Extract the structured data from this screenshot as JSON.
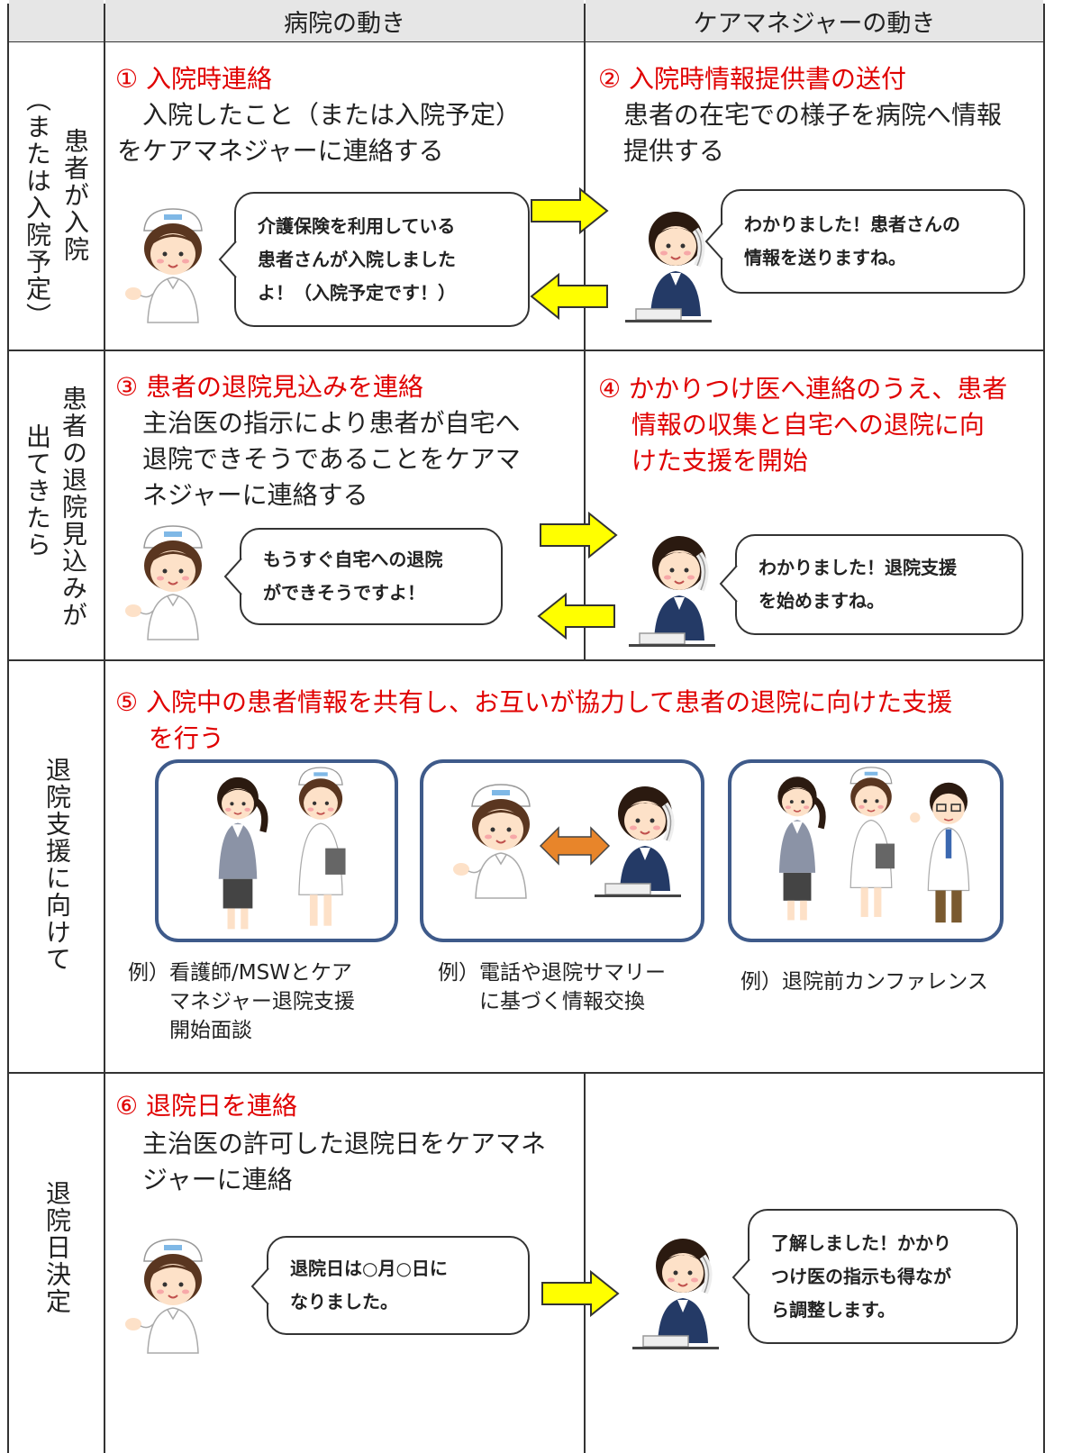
{
  "header": {
    "hospital": "病院の動き",
    "caremanager": "ケアマネジャーの動き"
  },
  "rows": [
    {
      "label_main": "患者が入院",
      "label_sub": "（または入院予定）",
      "left_title": "① 入院時連絡",
      "left_body": "　入院したこと（または入院予定）\nをケアマネジャーに連絡する",
      "left_bubble": "介護保険を利用している\n患者さんが入院しました\nよ！（入院予定です！）",
      "right_title": "② 入院時情報提供書の送付",
      "right_body": "　患者の在宅での様子を病院へ情報\n　提供する",
      "right_bubble": "わかりました！患者さんの\n情報を送りますね。"
    },
    {
      "label_main": "患者の退院見込みが",
      "label_sub": "出てきたら",
      "left_title": "③ 患者の退院見込みを連絡",
      "left_body": "　主治医の指示により患者が自宅へ\n　退院できそうであることをケアマ\n　ネジャーに連絡する",
      "left_bubble": "もうすぐ自宅への退院\nができそうですよ！",
      "right_title": "④ かかりつけ医へ連絡のうえ、患者\n　 情報の収集と自宅への退院に向\n　 けた支援を開始",
      "right_bubble": "わかりました！退院支援\nを始めますね。"
    },
    {
      "label_main": "退院支援に向けて",
      "title": "⑤ 入院中の患者情報を共有し、お互いが協力して患者の退院に向けた支援\n　 を行う",
      "captions": [
        "例）看護師/MSWとケア\n　　マネジャー退院支援\n　　開始面談",
        "例）電話や退院サマリー\n　　に基づく情報交換",
        "例）退院前カンファレンス"
      ]
    },
    {
      "label_main": "退院日決定",
      "left_title": "⑥ 退院日を連絡",
      "left_body": "　主治医の許可した退院日をケアマネ\n　ジャーに連絡",
      "left_bubble": "退院日は○月○日に\nなりました。",
      "right_bubble": "了解しました！かかり\nつけ医の指示も得なが\nら調整します。"
    }
  ],
  "colors": {
    "title_red": "#e00000",
    "arrow_fill": "#ffff00",
    "frame_border": "#3e5a8a",
    "header_bg": "#e6e6e6",
    "double_arrow": "#e8852a"
  }
}
